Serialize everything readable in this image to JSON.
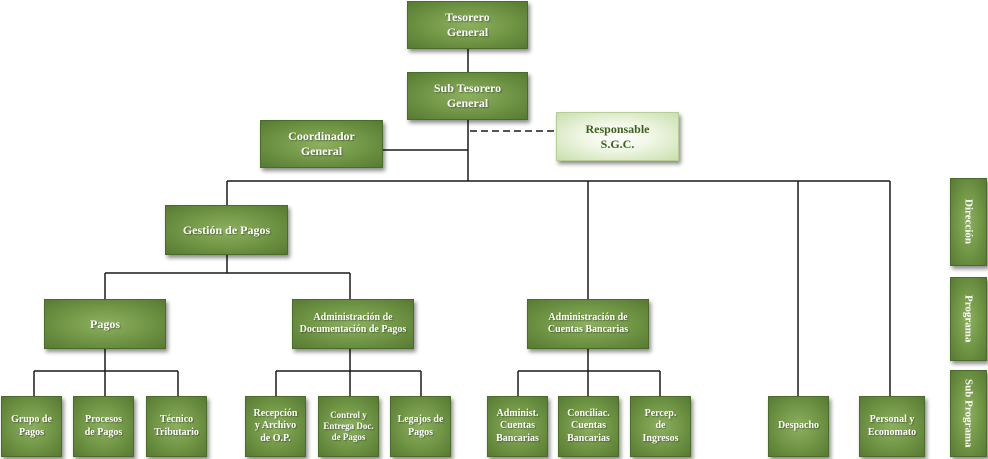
{
  "org": {
    "tesorero": "Tesorero\nGeneral",
    "sub_tesorero": "Sub Tesorero\nGeneral",
    "coordinador": "Coordinador\nGeneral",
    "responsable": "Responsable\nS.G.C.",
    "gestion_pagos": "Gestión de Pagos",
    "pagos": "Pagos",
    "admin_doc_pagos": "Administración de\nDocumentación de Pagos",
    "admin_cuentas": "Administración de\nCuentas Bancarias",
    "grupo_pagos": "Grupo de\nPagos",
    "procesos_pagos": "Procesos\nde Pagos",
    "tecnico_tributario": "Técnico\nTributario",
    "recepcion_archivo": "Recepción\ny Archivo\nde O.P.",
    "control_entrega": "Control y\nEntrega Doc.\nde Pagos",
    "legajos_pagos": "Legajos de\nPagos",
    "administ_cuentas": "Administ.\nCuentas\nBancarias",
    "conciliac_cuentas": "Conciliac.\nCuentas\nBancarias",
    "percep_ingresos": "Percep.\nde\nIngresos",
    "despacho": "Despacho",
    "personal_economato": "Personal y\nEconomato"
  },
  "legend": {
    "direccion": "Dirección",
    "programa": "Programa",
    "sub_programa": "Sub Programa"
  },
  "colors": {
    "box_fill": "#6f9444",
    "box_light_fill": "#f0f7e6",
    "connector": "#1a1a1a"
  }
}
